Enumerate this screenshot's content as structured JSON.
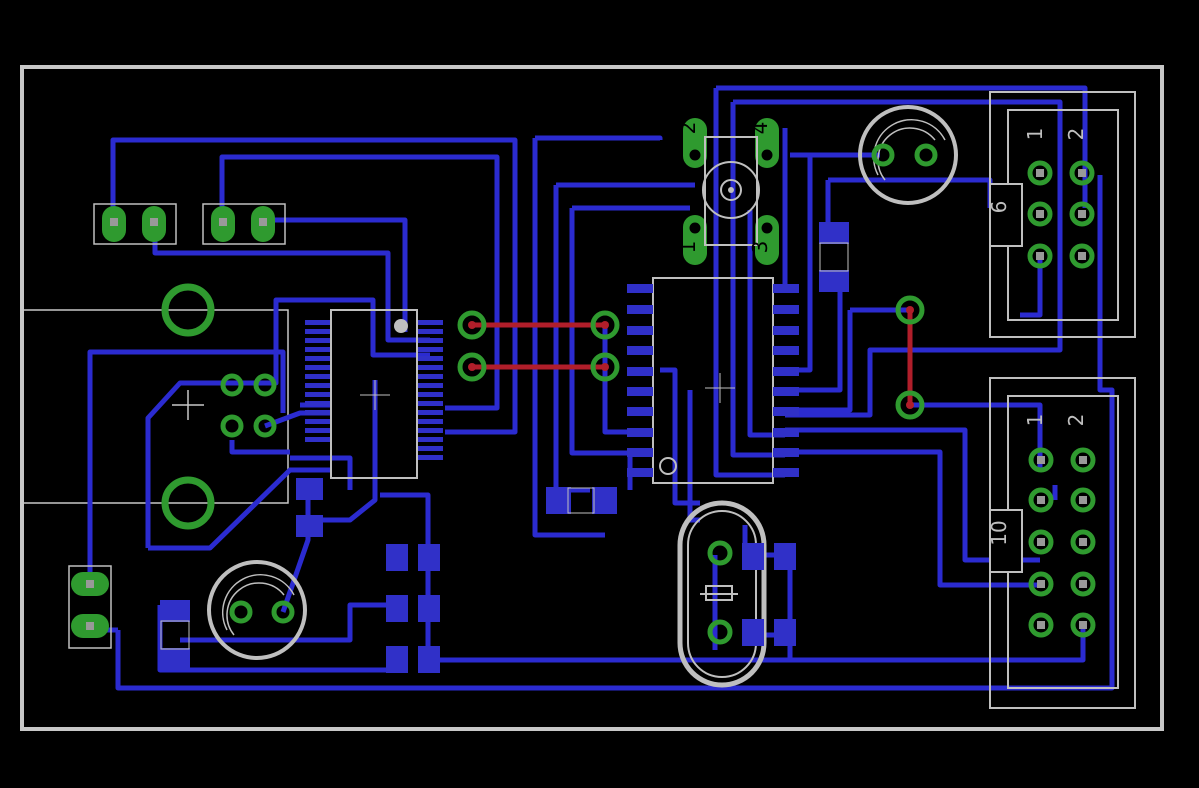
{
  "colors": {
    "background": "#000000",
    "outline": "#c8c8c8",
    "top_trace": "#2b2bd0",
    "bottom_trace": "#b01e2a",
    "pad": "#2f9a2f",
    "smd_pad": "#3030c8",
    "silk": "#bfbfbf"
  },
  "labels": {
    "tac_1": "1",
    "tac_2": "2",
    "tac_3": "3",
    "tac_4": "4",
    "hdr6_pin1": "1",
    "hdr6_pin2": "2",
    "hdr6_size": "6",
    "hdr10_pin1": "1",
    "hdr10_pin2": "2",
    "hdr10_size": "10"
  }
}
